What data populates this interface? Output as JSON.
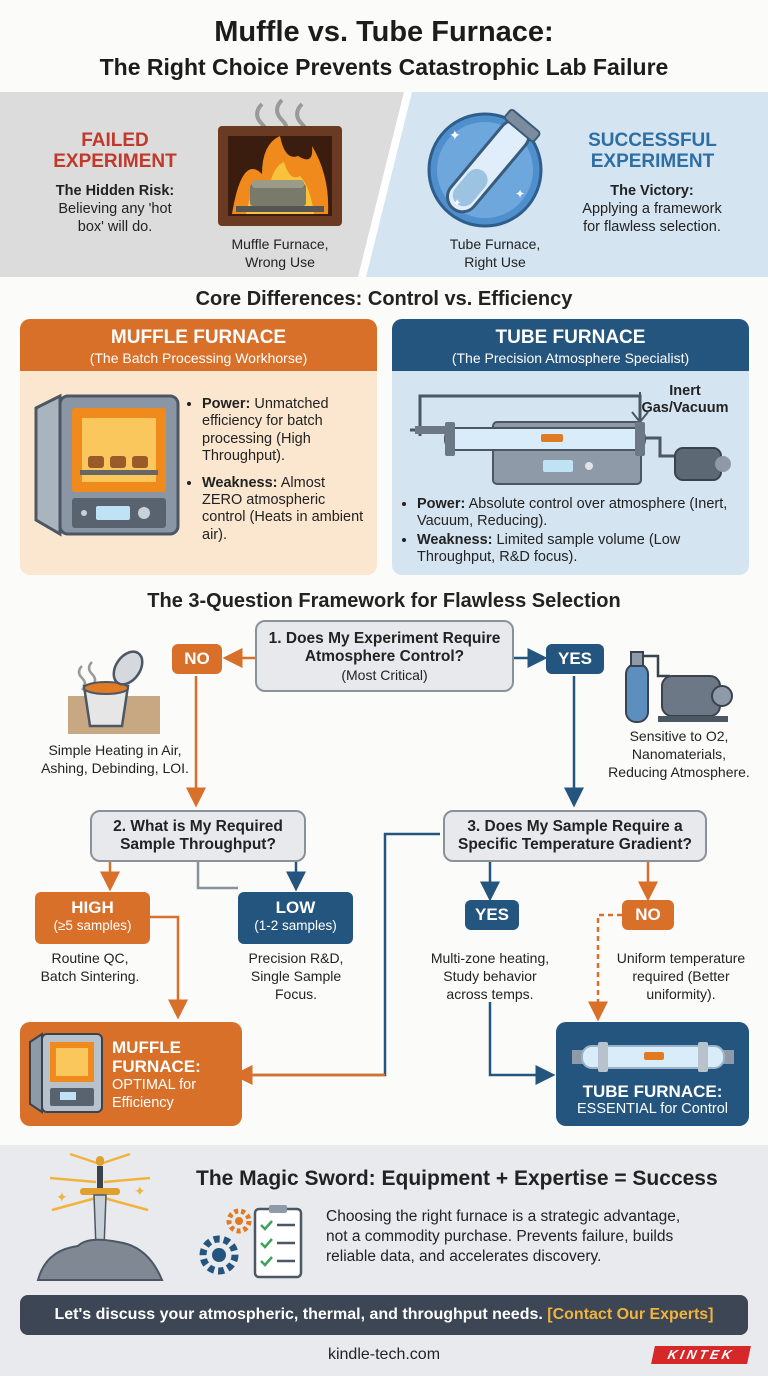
{
  "header": {
    "title": "Muffle vs. Tube Furnace:",
    "subtitle": "The Right Choice Prevents Catastrophic Lab Failure"
  },
  "comparison": {
    "failed": {
      "label_line1": "FAILED",
      "label_line2": "EXPERIMENT",
      "risk_title": "The Hidden Risk:",
      "risk_line1": "Believing any 'hot",
      "risk_line2": "box' will do.",
      "caption_line1": "Muffle Furnace,",
      "caption_line2": "Wrong Use"
    },
    "success": {
      "label_line1": "SUCCESSFUL",
      "label_line2": "EXPERIMENT",
      "victory_title": "The Victory:",
      "victory_line1": "Applying a framework",
      "victory_line2": "for flawless selection.",
      "caption_line1": "Tube Furnace,",
      "caption_line2": "Right Use"
    }
  },
  "core": {
    "heading": "Core Differences: Control vs. Efficiency",
    "muffle": {
      "title": "MUFFLE FURNACE",
      "subtitle": "(The Batch Processing Workhorse)",
      "power_label": "Power:",
      "power_text": "Unmatched efficiency for batch processing (High Throughput).",
      "weak_label": "Weakness:",
      "weak_text": "Almost ZERO atmospheric control (Heats in ambient air)."
    },
    "tube": {
      "title": "TUBE FURNACE",
      "subtitle": "(The Precision Atmosphere Specialist)",
      "gas_line1": "Inert",
      "gas_line2": "Gas/Vacuum",
      "power_label": "Power:",
      "power_text": "Absolute control over atmosphere (Inert, Vacuum, Reducing).",
      "weak_label": "Weakness:",
      "weak_text": "Limited sample volume (Low Throughput, R&D focus)."
    }
  },
  "framework": {
    "heading": "The 3-Question Framework for Flawless Selection",
    "q1_line1": "1. Does My Experiment Require",
    "q1_line2": "Atmosphere Control?",
    "q1_note": "(Most Critical)",
    "no": "NO",
    "yes": "YES",
    "air_line1": "Simple Heating in Air,",
    "air_line2": "Ashing, Debinding, LOI.",
    "sens_line1": "Sensitive to O2,",
    "sens_line2": "Nanomaterials,",
    "sens_line3": "Reducing Atmosphere.",
    "q2_line1": "2. What is My Required",
    "q2_line2": "Sample Throughput?",
    "q3_line1": "3. Does My Sample Require a",
    "q3_line2": "Specific Temperature Gradient?",
    "high": "HIGH",
    "high_note": "(≥5 samples)",
    "low": "LOW",
    "low_note": "(1-2 samples)",
    "high_desc_line1": "Routine QC,",
    "high_desc_line2": "Batch Sintering.",
    "low_desc_line1": "Precision R&D,",
    "low_desc_line2": "Single Sample",
    "low_desc_line3": "Focus.",
    "yes2": "YES",
    "no2": "NO",
    "yes2_desc_line1": "Multi-zone heating,",
    "yes2_desc_line2": "Study behavior",
    "yes2_desc_line3": "across temps.",
    "no2_desc_line1": "Uniform temperature",
    "no2_desc_line2": "required (Better",
    "no2_desc_line3": "uniformity).",
    "result_muffle_line1": "MUFFLE",
    "result_muffle_line2": "FURNACE:",
    "result_muffle_line3": "OPTIMAL for",
    "result_muffle_line4": "Efficiency",
    "result_tube_line1": "TUBE FURNACE:",
    "result_tube_line2": "ESSENTIAL for Control"
  },
  "footer": {
    "sword_heading": "The Magic Sword: Equipment + Expertise = Success",
    "sword_line1": "Choosing the right furnace is a strategic advantage,",
    "sword_line2": "not a commodity purchase. Prevents failure, builds",
    "sword_line3": "reliable data, and accelerates discovery.",
    "cta_text": "Let's discuss your atmospheric, thermal, and throughput needs.",
    "cta_link": "[Contact Our Experts]",
    "website": "kindle-tech.com",
    "brand": "KINTEK"
  },
  "colors": {
    "orange": "#d9702a",
    "navy": "#24557f",
    "failed_red": "#c0392b",
    "success_blue": "#2e6fa3"
  }
}
